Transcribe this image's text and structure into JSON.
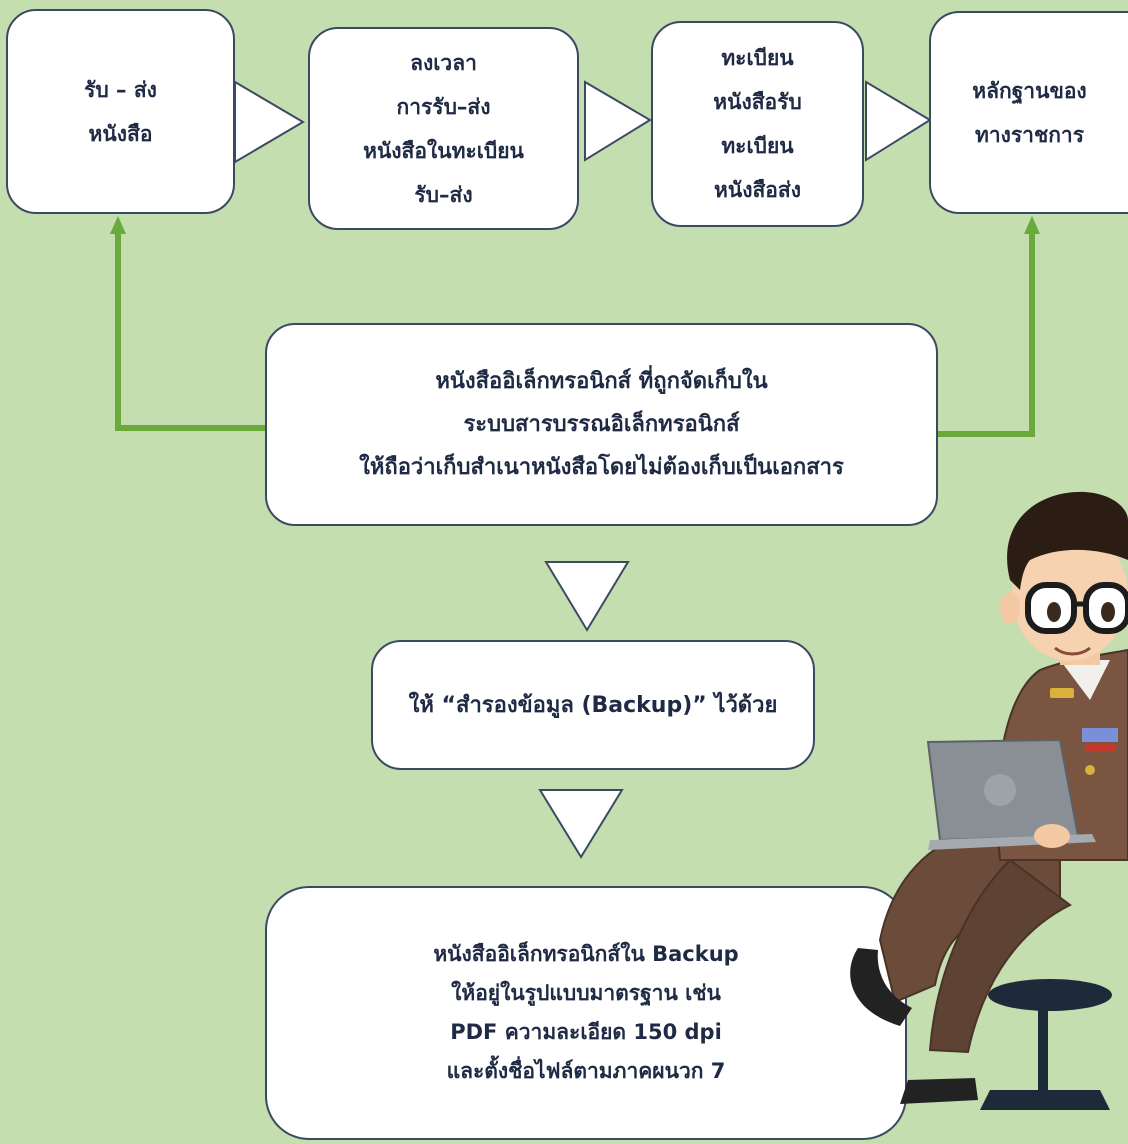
{
  "flow": {
    "step1": [
      "รับ – ส่ง",
      "หนังสือ"
    ],
    "step2": [
      "ลงเวลา",
      "การรับ–ส่ง",
      "หนังสือในทะเบียน",
      "รับ–ส่ง"
    ],
    "step3": [
      "ทะเบียน",
      "หนังสือรับ",
      "ทะเบียน",
      "หนังสือส่ง"
    ],
    "step4": [
      "หลักฐานของ",
      "ทางราชการ"
    ]
  },
  "center_note": [
    "หนังสืออิเล็กทรอนิกส์ ที่ถูกจัดเก็บใน",
    "ระบบสารบรรณอิเล็กทรอนิกส์",
    "ให้ถือว่าเก็บสำเนาหนังสือโดยไม่ต้องเก็บเป็นเอกสาร"
  ],
  "backup_note": "ให้ “สำรองข้อมูล (Backup)” ไว้ด้วย",
  "final_note": [
    "หนังสืออิเล็กทรอนิกส์ใน Backup",
    "ให้อยู่ในรูปแบบมาตรฐาน เช่น",
    "PDF ความละเอียด 150 dpi",
    "และตั้งชื่อไฟล์ตามภาคผนวก 7"
  ],
  "colors": {
    "background": "#c4deb0",
    "box_fill": "#ffffff",
    "box_border": "#3b4a63",
    "connector_green": "#6aaa3a",
    "text": "#1f2a44"
  },
  "icons": {
    "illustration": "government-officer-with-laptop"
  }
}
